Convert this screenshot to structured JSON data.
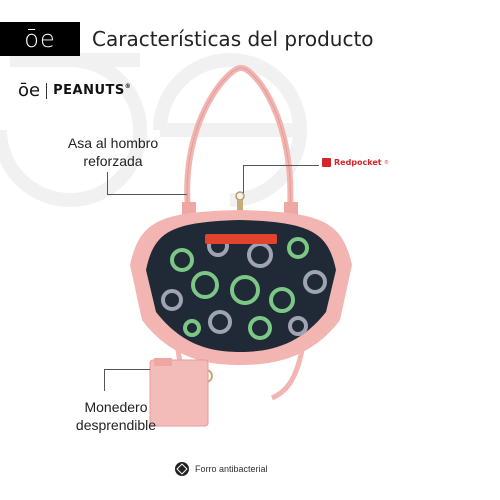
{
  "header": {
    "brand_logo_text": "ōe",
    "title": "Características del producto"
  },
  "collab_logo": {
    "brand": "ōe",
    "partner": "PEANUTS",
    "trademark": "®"
  },
  "features": {
    "strap": "Asa al hombro reforzada",
    "purse": "Monedero desprendible"
  },
  "redpocket": {
    "label": "Redpocket",
    "trademark": "®"
  },
  "footer": {
    "note": "Forro antibacterial"
  },
  "colors": {
    "bag_pink": "#f2b5b1",
    "lining_dark": "#1f2a36",
    "lining_green": "#7cc686",
    "lining_gray": "#9fa3b2",
    "pocket_red": "#e2432f",
    "brand_black": "#000000"
  },
  "icons": {
    "footer": "antibacterial-badge-icon",
    "redpocket": "redpocket-bag-icon"
  }
}
